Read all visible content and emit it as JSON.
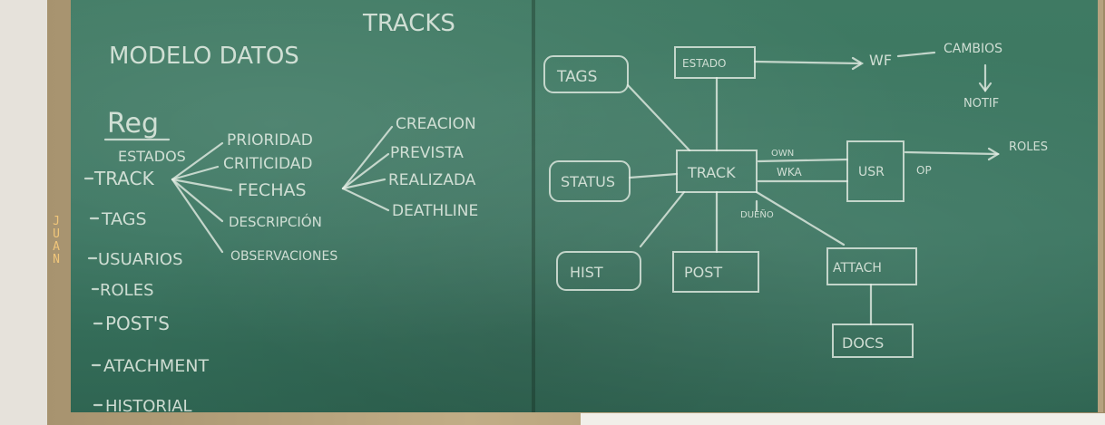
{
  "left_panel": {
    "title": "MODELO DATOS",
    "title_right": "TRACKS",
    "section_heading": "Reg",
    "list_items": [
      "ESTADOS",
      "TRACK",
      "TAGS",
      "USUARIOS",
      "ROLES",
      "POST'S",
      "ATACHMENT",
      "HISTORIAL"
    ],
    "track_attributes": [
      "PRIORIDAD",
      "CRITICIDAD",
      "FECHAS",
      "DESCRIPCIÓN",
      "OBSERVACIONES"
    ],
    "date_types": [
      "CREACION",
      "PREVISTA",
      "REALIZADA",
      "DEATHLINE"
    ],
    "side_name": "JUAN"
  },
  "diagram": {
    "boxes": {
      "tags": "TAGS",
      "estado": "ESTADO",
      "status": "STATUS",
      "track": "TRACK",
      "user": "USR",
      "hist": "HIST",
      "post": "POST",
      "attach": "ATTACH",
      "docs": "DOCS"
    },
    "labels": {
      "wf": "WF",
      "cambios": "CAMBIOS",
      "notif": "NOTIF",
      "roles": "ROLES",
      "owner": "OWN",
      "wka": "WKA",
      "op": "OP",
      "dueno": "DUEÑO"
    }
  },
  "colors": {
    "board": "#3a7560",
    "chalk": "#e3ece3",
    "frame": "#b6a27f",
    "marker_text": "#f0c67a"
  }
}
